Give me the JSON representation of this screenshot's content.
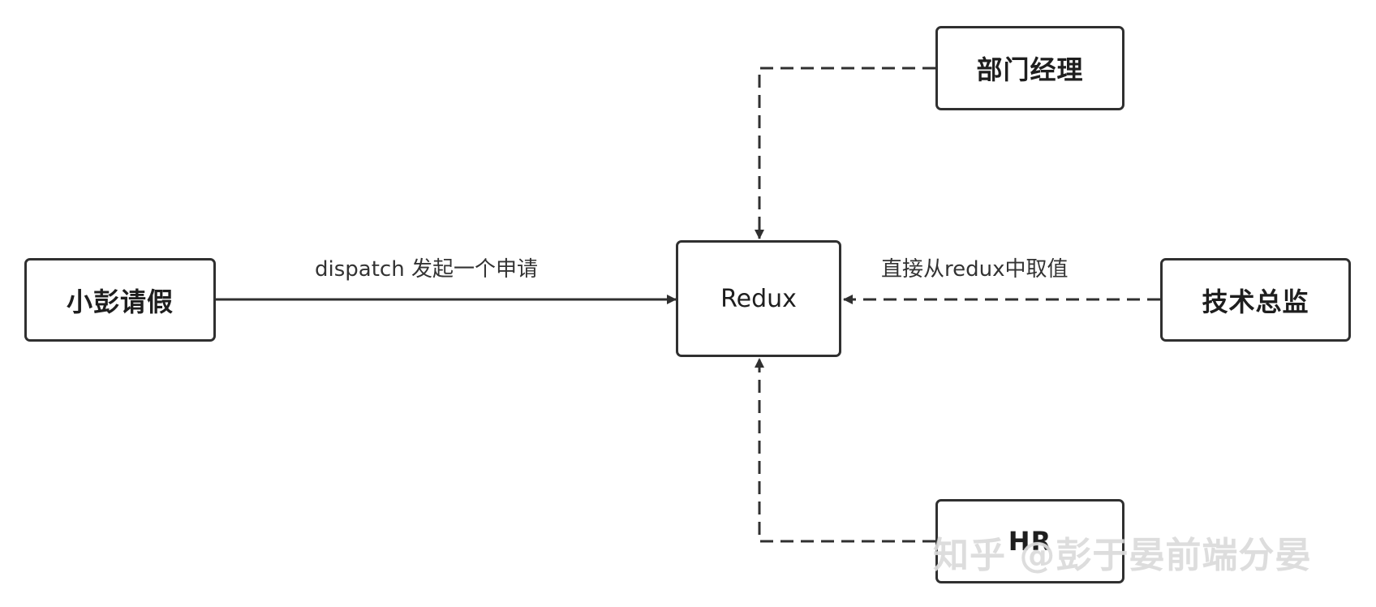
{
  "nodes": {
    "leave_request": "小彭请假",
    "redux": "Redux",
    "dept_manager": "部门经理",
    "tech_director": "技术总监",
    "hr": "HR"
  },
  "edges": {
    "dispatch_label": "dispatch 发起一个申请",
    "read_label": "直接从redux中取值"
  },
  "watermark": "知乎 @彭于晏前端分晏",
  "colors": {
    "stroke": "#303030",
    "background": "#ffffff",
    "watermark": "#d7d7d7"
  }
}
